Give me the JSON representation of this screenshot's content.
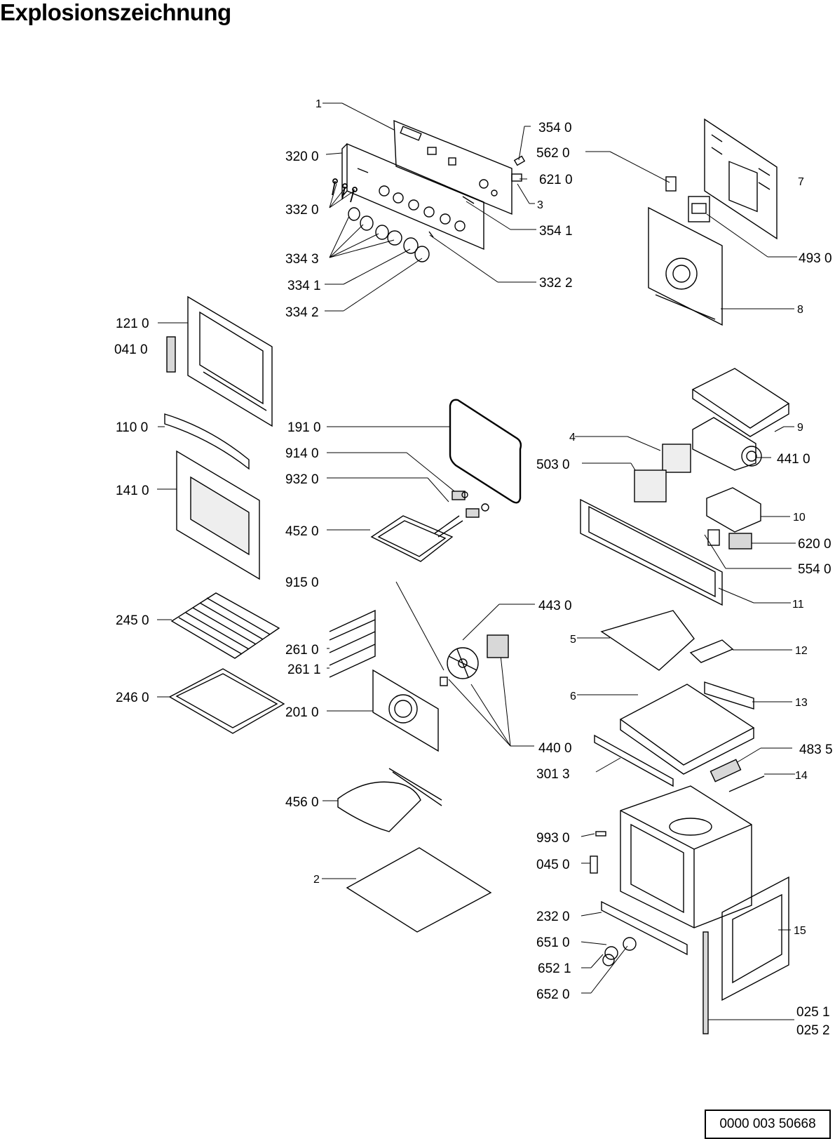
{
  "title": "Explosionszeichnung",
  "document_number": "0000 003 50668",
  "labels": {
    "p1": "1",
    "p3200": "320 0",
    "p3320": "332 0",
    "p3343": "334 3",
    "p3341": "334 1",
    "p3342": "334 2",
    "p3540": "354 0",
    "p5620": "562 0",
    "p6210": "621 0",
    "p3": "3",
    "p3541": "354 1",
    "p3322": "332 2",
    "p7": "7",
    "p4930": "493 0",
    "p8": "8",
    "p1210": "121 0",
    "p0410": "041 0",
    "p1100": "110 0",
    "p1410": "141 0",
    "p1910": "191 0",
    "p9140": "914 0",
    "p9320": "932 0",
    "p4520": "452 0",
    "p9150": "915 0",
    "p2450": "245 0",
    "p2610": "261 0",
    "p2611": "261 1",
    "p2460": "246 0",
    "p2010": "201 0",
    "p4560": "456 0",
    "p2": "2",
    "p9": "9",
    "p4": "4",
    "p4410": "441 0",
    "p5030": "503 0",
    "p10": "10",
    "p6200": "620 0",
    "p5540": "554 0",
    "p11": "11",
    "p4430": "443 0",
    "p5": "5",
    "p12": "12",
    "p6": "6",
    "p13": "13",
    "p4400": "440 0",
    "p4835": "483 5",
    "p3013": "301 3",
    "p14": "14",
    "p9930": "993 0",
    "p0450": "045 0",
    "p2320": "232 0",
    "p15": "15",
    "p6510": "651 0",
    "p6521": "652 1",
    "p6520": "652 0",
    "p0251": "025 1",
    "p0252": "025 2"
  },
  "colors": {
    "ink": "#000000",
    "paper": "#ffffff",
    "shade": "#d8d8d8"
  }
}
